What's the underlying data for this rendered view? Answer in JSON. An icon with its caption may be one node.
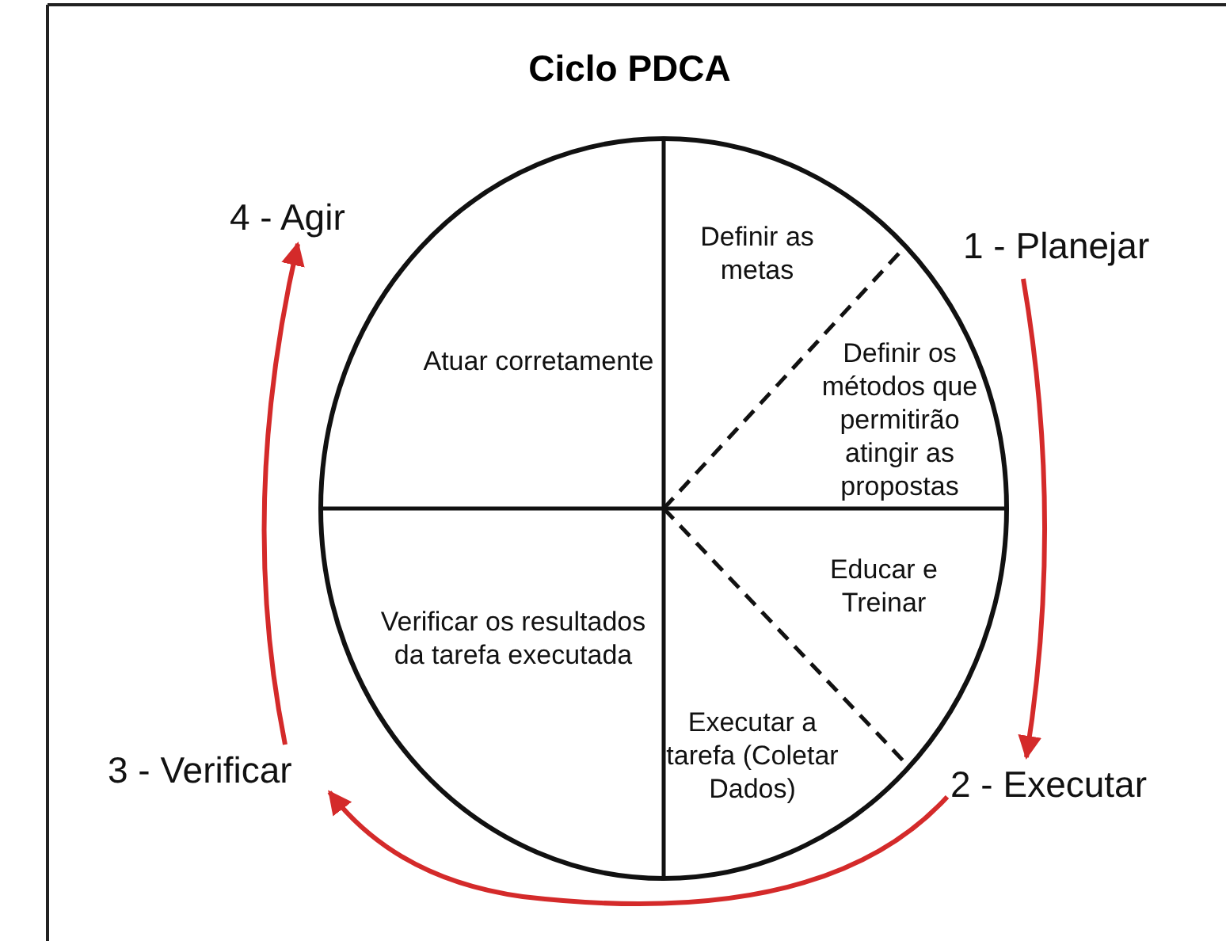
{
  "diagram": {
    "title": "Ciclo PDCA",
    "nodes": [
      {
        "text": [],
        "shape": "circle"
      },
      {
        "text": [
          "Definir as metas"
        ],
        "in": 0
      },
      {
        "text": [
          "Definir os métodos que permitirão atingir as propostas"
        ],
        "in": 0
      },
      {
        "text": [
          "Educar e Treinar"
        ],
        "in": 0
      },
      {
        "text": [
          "Executar a tarefa (Coletar Dados)"
        ],
        "in": 0
      },
      {
        "text": [
          "Verificar os resultados da tarefa executada"
        ],
        "in": 0
      },
      {
        "text": [
          "Atuar corretamente"
        ],
        "in": 0
      },
      {
        "text": [
          "1 - Planejar"
        ]
      },
      {
        "text": [
          "2 - Executar"
        ]
      },
      {
        "text": [
          "3 - Verificar"
        ]
      },
      {
        "text": [
          "4 - Agir"
        ]
      }
    ],
    "edges": [
      {
        "from": 7,
        "to": 8,
        "arrow": "to",
        "color": "#d42a2a"
      },
      {
        "from": 8,
        "to": 9,
        "arrow": "to",
        "color": "#d42a2a"
      },
      {
        "from": 9,
        "to": 10,
        "arrow": "to",
        "color": "#d42a2a"
      }
    ]
  }
}
